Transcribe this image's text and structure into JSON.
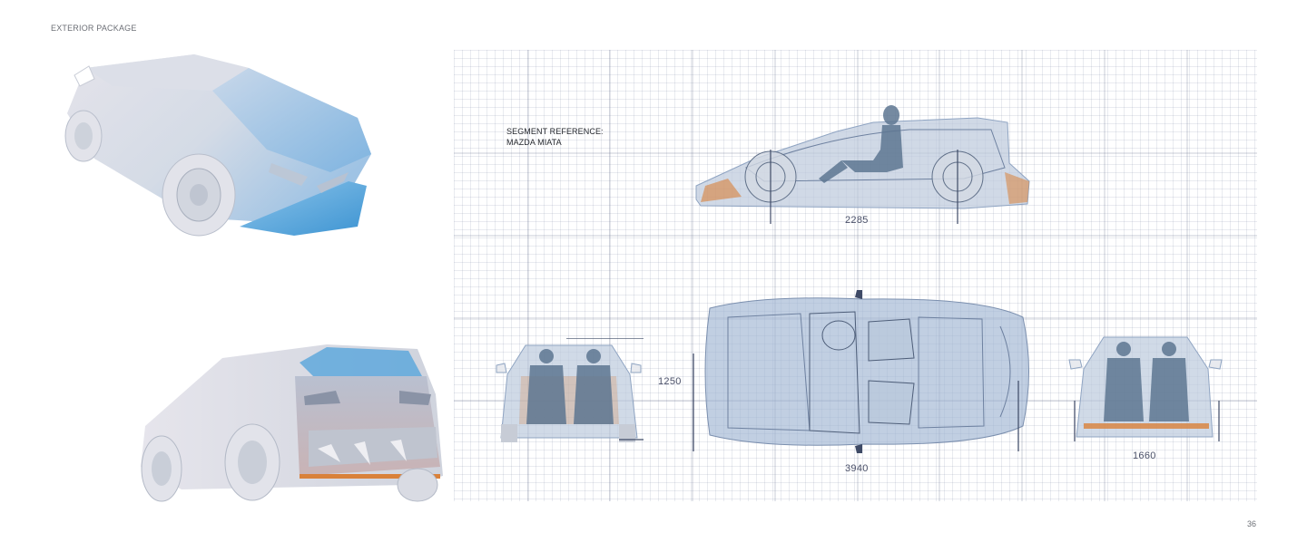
{
  "page": {
    "section_label": "EXTERIOR PACKAGE",
    "page_number": "36"
  },
  "blueprint": {
    "reference_line1": "SEGMENT REFERENCE:",
    "reference_line2": "MAZDA MIATA",
    "dimensions": {
      "wheelbase": "2285",
      "height": "1250",
      "length": "3940",
      "width": "1660"
    }
  },
  "colors": {
    "body_white": "#e6e6ec",
    "glass_blue": "#4a9fd6",
    "ghost_blue": "#8fa9c8",
    "occupant": "#5d7590",
    "accent_orange": "#d9813a",
    "dimension_line": "#3e4a66"
  }
}
